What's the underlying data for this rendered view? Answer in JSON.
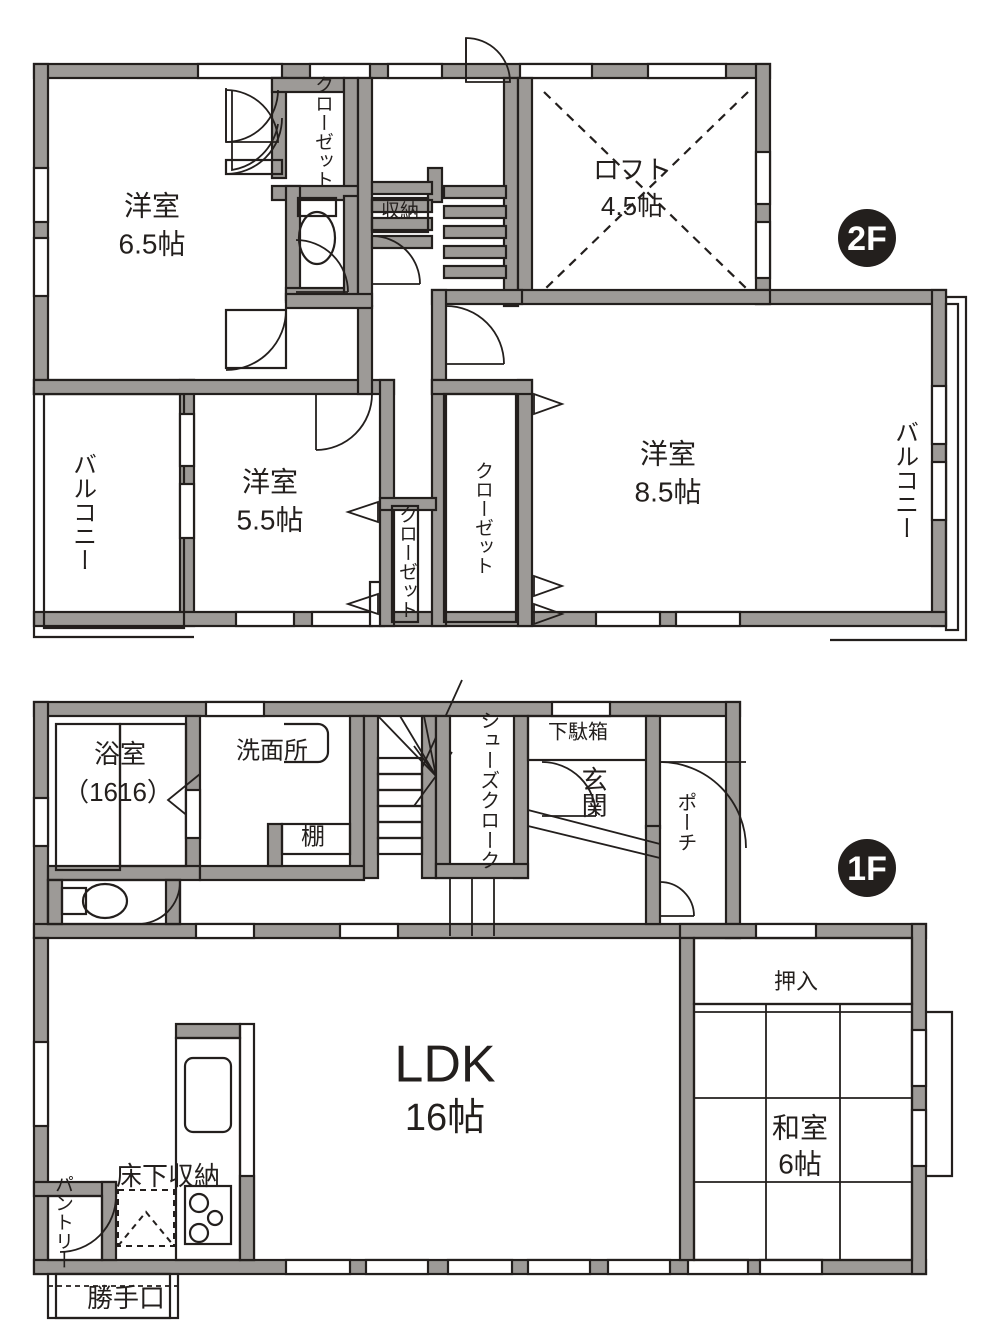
{
  "document": {
    "type": "floor-plan",
    "title": "間取り図",
    "floors": [
      {
        "id": "2F",
        "badge": "2F",
        "rooms": [
          {
            "key": "washitsu_65",
            "name": "洋室",
            "size": "6.5帖"
          },
          {
            "key": "loft",
            "name": "ロフト",
            "size": "4.5帖"
          },
          {
            "key": "yoshitsu_55",
            "name": "洋室",
            "size": "5.5帖"
          },
          {
            "key": "yoshitsu_85",
            "name": "洋室",
            "size": "8.5帖"
          }
        ],
        "storages": [
          {
            "key": "closet_top",
            "name": "クローゼット"
          },
          {
            "key": "closet_mid",
            "name": "クローゼット"
          },
          {
            "key": "closet_small",
            "name": "クローゼット"
          },
          {
            "key": "shuno",
            "name": "収納"
          }
        ],
        "balconies": [
          {
            "key": "balcony_left",
            "name": "バルコニー"
          },
          {
            "key": "balcony_right",
            "name": "バルコニー"
          }
        ]
      },
      {
        "id": "1F",
        "badge": "1F",
        "rooms": [
          {
            "key": "bath",
            "name": "浴室",
            "size": "（1616）"
          },
          {
            "key": "senmenjo",
            "name": "洗面所"
          },
          {
            "key": "ldk",
            "name": "LDK",
            "size": "16帖"
          },
          {
            "key": "washitsu",
            "name": "和室",
            "size": "6帖"
          },
          {
            "key": "genkan",
            "name": "玄関"
          },
          {
            "key": "porch",
            "name": "ポーチ"
          }
        ],
        "storages": [
          {
            "key": "tana",
            "name": "棚"
          },
          {
            "key": "shoes_cloak",
            "name": "シューズクローク"
          },
          {
            "key": "getabako",
            "name": "下駄箱"
          },
          {
            "key": "oshiire",
            "name": "押入"
          },
          {
            "key": "pantry",
            "name": "パントリー"
          },
          {
            "key": "yukashita",
            "name": "床下収納"
          },
          {
            "key": "katteguchi",
            "name": "勝手口"
          }
        ]
      }
    ]
  },
  "labels": {
    "f2": {
      "room_65_name": "洋室",
      "room_65_size": "6.5帖",
      "closet_top": "クローゼット",
      "shuno": "収納",
      "loft_name": "ロフト",
      "loft_size": "4.5帖",
      "badge": "2F",
      "balcony_left": "バルコニー",
      "balcony_right": "バルコニー",
      "room_55_name": "洋室",
      "room_55_size": "5.5帖",
      "closet_small": "クローゼット",
      "closet_mid": "クローゼット",
      "room_85_name": "洋室",
      "room_85_size": "8.5帖"
    },
    "f1": {
      "bath_name": "浴室",
      "bath_size": "（1616）",
      "senmenjo": "洗面所",
      "tana": "棚",
      "shoes_cloak": "シューズクローク",
      "getabako": "下駄箱",
      "genkan": "玄関",
      "porch": "ポーチ",
      "badge": "1F",
      "ldk_name": "LDK",
      "ldk_size": "16帖",
      "oshiire": "押入",
      "washitsu_name": "和室",
      "washitsu_size": "6帖",
      "pantry": "パントリー",
      "yukashita": "床下収納",
      "katteguchi": "勝手口"
    }
  },
  "colors": {
    "wall_fill": "#9d9a97",
    "line": "#231f1d",
    "badge_bg": "#231f1d",
    "badge_text": "#ffffff",
    "background": "#ffffff"
  }
}
